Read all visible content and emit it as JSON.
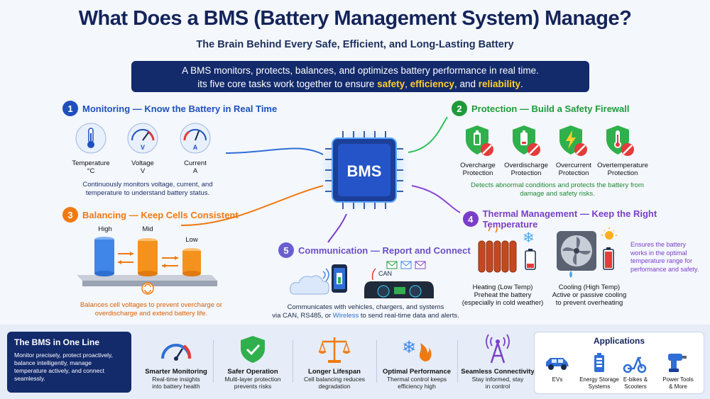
{
  "header": {
    "title": "What Does a BMS (Battery Management System) Manage?",
    "subtitle": "The Brain Behind Every Safe, Efficient, and Long-Lasting Battery",
    "banner_line1": "A BMS monitors, protects, balances, and optimizes battery performance in real time.",
    "banner_line2_pre": "its five core tasks work together to ensure ",
    "banner_kw1": "safety",
    "banner_kw2": "efficiency",
    "banner_and": ", and ",
    "banner_kw3": "reliability",
    "banner_end": "."
  },
  "chip": {
    "label": "BMS"
  },
  "monitoring": {
    "number": "1",
    "title": "Monitoring — Know the Battery in Real Time",
    "items": [
      {
        "name": "Temperature",
        "unit": "°C"
      },
      {
        "name": "Voltage",
        "unit": "V"
      },
      {
        "name": "Current",
        "unit": "A"
      }
    ],
    "gauge_v": "V",
    "gauge_a": "A",
    "desc": "Continuously monitors voltage, current, and temperature to understand battery status."
  },
  "protection": {
    "number": "2",
    "title": "Protection — Build a Safety Firewall",
    "items": [
      {
        "line1": "Overcharge",
        "line2": "Protection"
      },
      {
        "line1": "Overdischarge",
        "line2": "Protection"
      },
      {
        "line1": "Overcurrent",
        "line2": "Protection"
      },
      {
        "line1": "Overtemperature",
        "line2": "Protection"
      }
    ],
    "desc": "Detects abnormal conditions and protects the battery from damage and safety risks."
  },
  "balancing": {
    "number": "3",
    "title": "Balancing — Keep Cells Consistent",
    "levels": [
      "High",
      "Mid",
      "Low"
    ],
    "desc": "Balances cell voltages to prevent overcharge or overdischarge and extend battery life."
  },
  "thermal": {
    "number": "4",
    "title": "Thermal Management — Keep the Right Temperature",
    "heating_title": "Heating (Low Temp)",
    "heating_desc1": "Preheat the battery",
    "heating_desc2": "(especially in cold weather)",
    "cooling_title": "Cooling (High Temp)",
    "cooling_desc1": "Active or passive cooling",
    "cooling_desc2": "to prevent overheating",
    "side_note": "Ensures the battery works in the optimal temperature range for performance and safety."
  },
  "communication": {
    "number": "5",
    "title": "Communication — Report and Connect",
    "can_label": "CAN",
    "desc_line1": "Communicates with vehicles, chargers, and systems",
    "desc_pre": "via CAN, RS485, or ",
    "desc_kw": "Wireless",
    "desc_post": " to send real-time data and alerts."
  },
  "summary": {
    "title": "The BMS in One Line",
    "text": "Monitor precisely, protect proactively, balance intelligently, manage temperature actively, and connect seamlessly."
  },
  "benefits": [
    {
      "title": "Smarter Monitoring",
      "line1": "Real-time insights",
      "line2": "into battery health"
    },
    {
      "title": "Safer Operation",
      "line1": "Multi-layer protection",
      "line2": "prevents risks"
    },
    {
      "title": "Longer Lifespan",
      "line1": "Cell balancing reduces",
      "line2": "degradation"
    },
    {
      "title": "Optimal Performance",
      "line1": "Thermal control keeps",
      "line2": "efficiency high"
    },
    {
      "title": "Seamless Connectivity",
      "line1": "Stay informed, stay",
      "line2": "in control"
    }
  ],
  "applications": {
    "title": "Applications",
    "items": [
      {
        "line1": "EVs",
        "line2": ""
      },
      {
        "line1": "Energy Storage",
        "line2": "Systems"
      },
      {
        "line1": "E-bikes &",
        "line2": "Scooters"
      },
      {
        "line1": "Power Tools",
        "line2": "& More"
      }
    ]
  },
  "colors": {
    "blue": "#1f4fbf",
    "green": "#1f9a3a",
    "orange": "#f07a12",
    "purple": "#7a3fc8",
    "navy": "#132a6b",
    "yellow": "#ffcf2e"
  }
}
